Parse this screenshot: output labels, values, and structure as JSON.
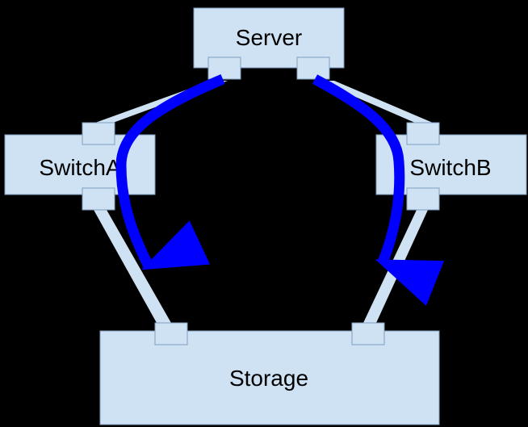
{
  "nodes": {
    "server": {
      "label": "Server"
    },
    "switch_a": {
      "label": "SwitchA"
    },
    "switch_b": {
      "label": "SwitchB"
    },
    "storage": {
      "label": "Storage"
    }
  },
  "colors": {
    "background": "#000000",
    "box_fill": "#cfe2f3",
    "box_stroke": "#7f9fbf",
    "link": "#cfe2f3",
    "path_arrow": "#0000ff"
  }
}
